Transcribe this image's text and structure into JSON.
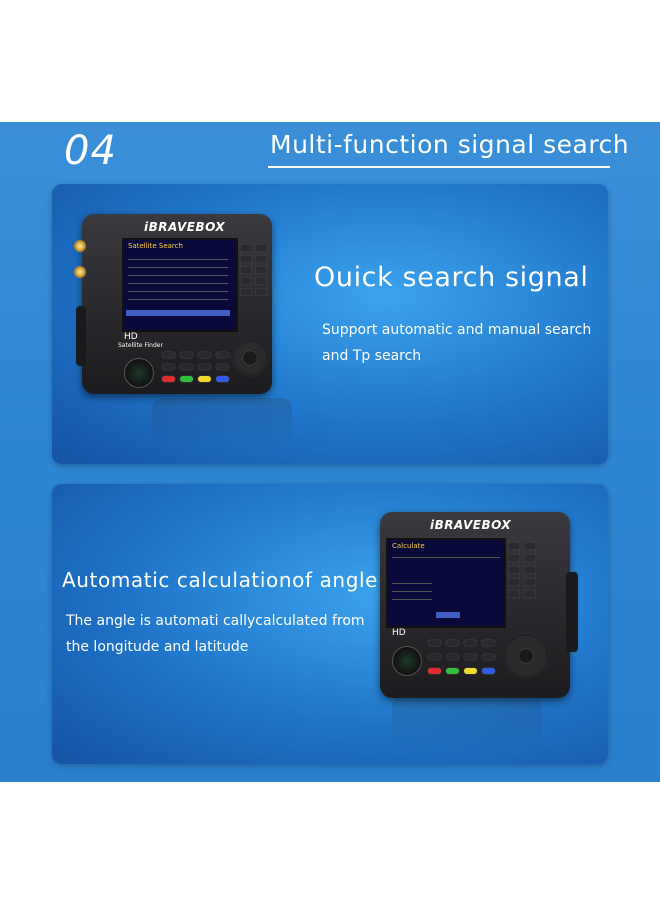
{
  "header": {
    "number": "04",
    "title": "Multi-function signal search"
  },
  "card1": {
    "title": "Ouick search signal",
    "description_lines": [
      "Support automatic and manual search",
      "and Tp search"
    ]
  },
  "card2": {
    "title": "Automatic calculationof angle",
    "description_lines": [
      "The angle is automati callycalculated from",
      "the longitude and latitude"
    ]
  },
  "device": {
    "brand": "iBRAVEBOX",
    "hd_label": "HD",
    "product_label": "Satellite Finder"
  },
  "screen1": {
    "title": "Satellite Search"
  },
  "screen2": {
    "title": "Calculate"
  },
  "colors": {
    "band": "#2d86d4",
    "card": "#1f74c9",
    "text": "#ffffff"
  }
}
